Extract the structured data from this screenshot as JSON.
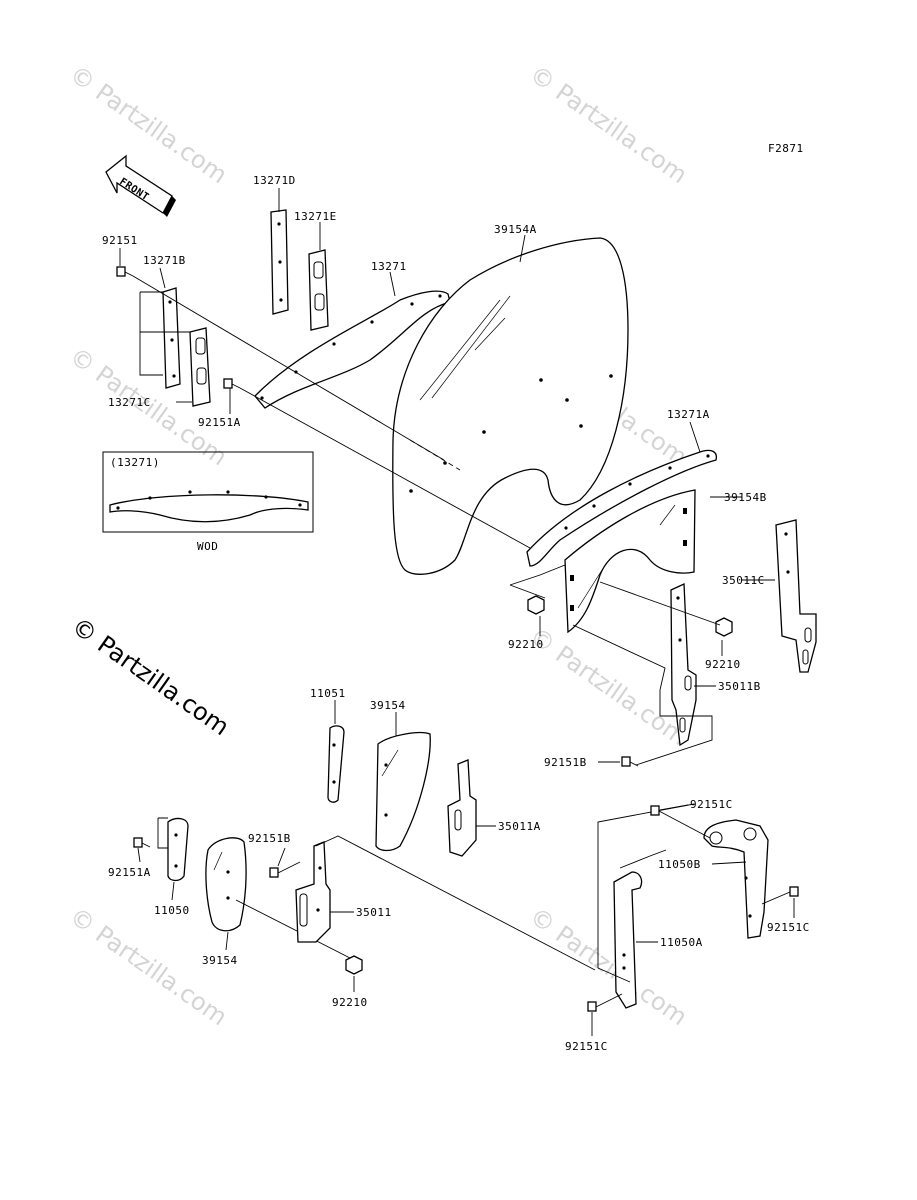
{
  "figure_code": "F2871",
  "front_label": "FRONT",
  "variant_box": {
    "title": "(13271)",
    "caption": "WOD"
  },
  "watermark": "© Partzilla.com",
  "parts": {
    "p13271D": "13271D",
    "p13271E": "13271E",
    "p13271": "13271",
    "p39154A": "39154A",
    "p92151": "92151",
    "p13271B": "13271B",
    "p13271C": "13271C",
    "p92151A_top": "92151A",
    "p13271A": "13271A",
    "p39154B": "39154B",
    "p35011C": "35011C",
    "p92210_left": "92210",
    "p92210_right": "92210",
    "p35011B": "35011B",
    "p11051": "11051",
    "p39154_mid": "39154",
    "p92151B_right": "92151B",
    "p35011A": "35011A",
    "p92151C_top": "92151C",
    "p92151B_left": "92151B",
    "p11050B": "11050B",
    "p92151A_bot": "92151A",
    "p11050": "11050",
    "p35011": "35011",
    "p92151C_right": "92151C",
    "p11050A": "11050A",
    "p39154_bot": "39154",
    "p92210_bot": "92210",
    "p92151C_bot": "92151C"
  }
}
